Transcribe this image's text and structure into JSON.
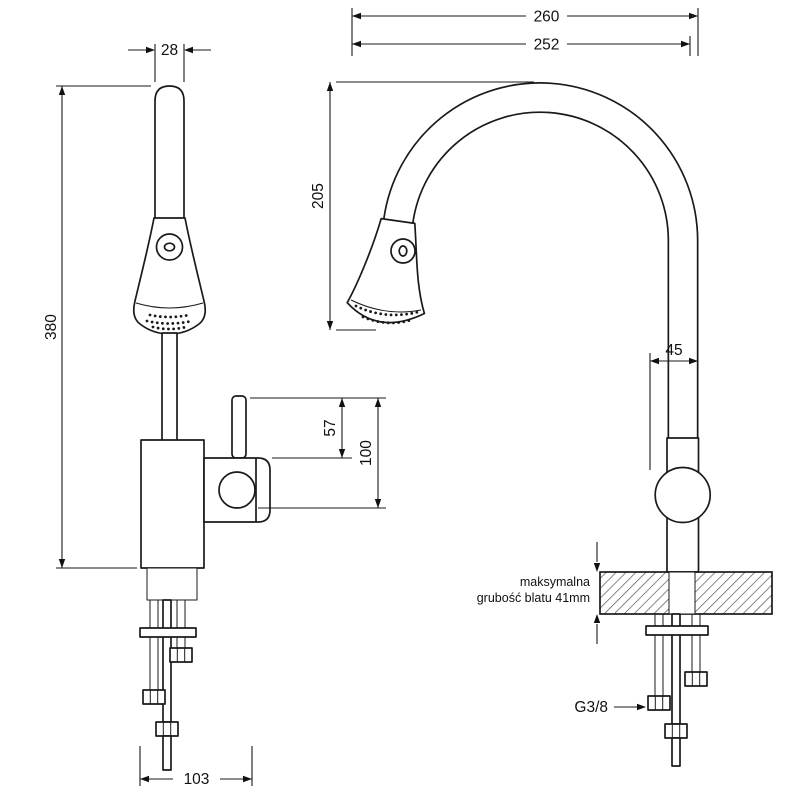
{
  "drawing": {
    "type": "faucet-technical-drawing",
    "background": "#ffffff",
    "line_color": "#1a1a1a"
  },
  "dimensions": {
    "spout_width": "28",
    "total_height": "380",
    "handle_height": "57",
    "body_height": "100",
    "base_span": "103",
    "overall_depth": "260",
    "spout_reach": "252",
    "spout_height": "205",
    "head_offset": "45",
    "connection_thread": "G3/8"
  },
  "notes": {
    "countertop_line1": "maksymalna",
    "countertop_line2": "grubość blatu 41mm"
  }
}
